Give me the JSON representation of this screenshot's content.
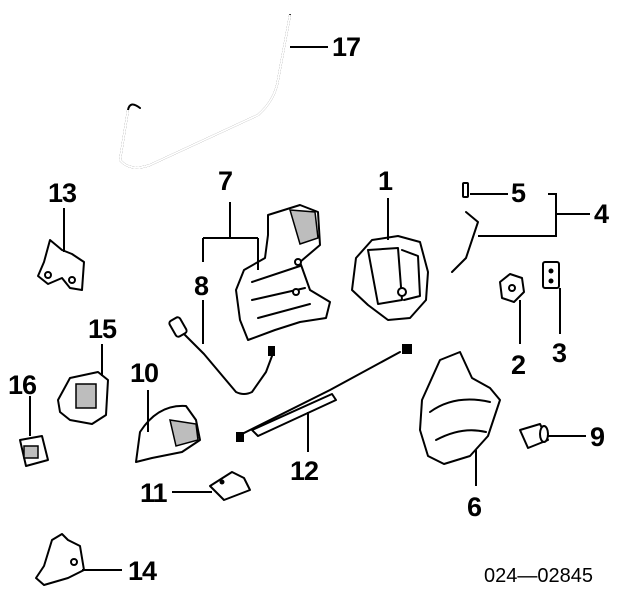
{
  "labels": {
    "p1": "1",
    "p2": "2",
    "p3": "3",
    "p4": "4",
    "p5": "5",
    "p6": "6",
    "p7": "7",
    "p8": "8",
    "p9": "9",
    "p10": "10",
    "p11": "11",
    "p12": "12",
    "p13": "13",
    "p14": "14",
    "p15": "15",
    "p16": "16",
    "p17": "17"
  },
  "diagram_code": "024—02845"
}
